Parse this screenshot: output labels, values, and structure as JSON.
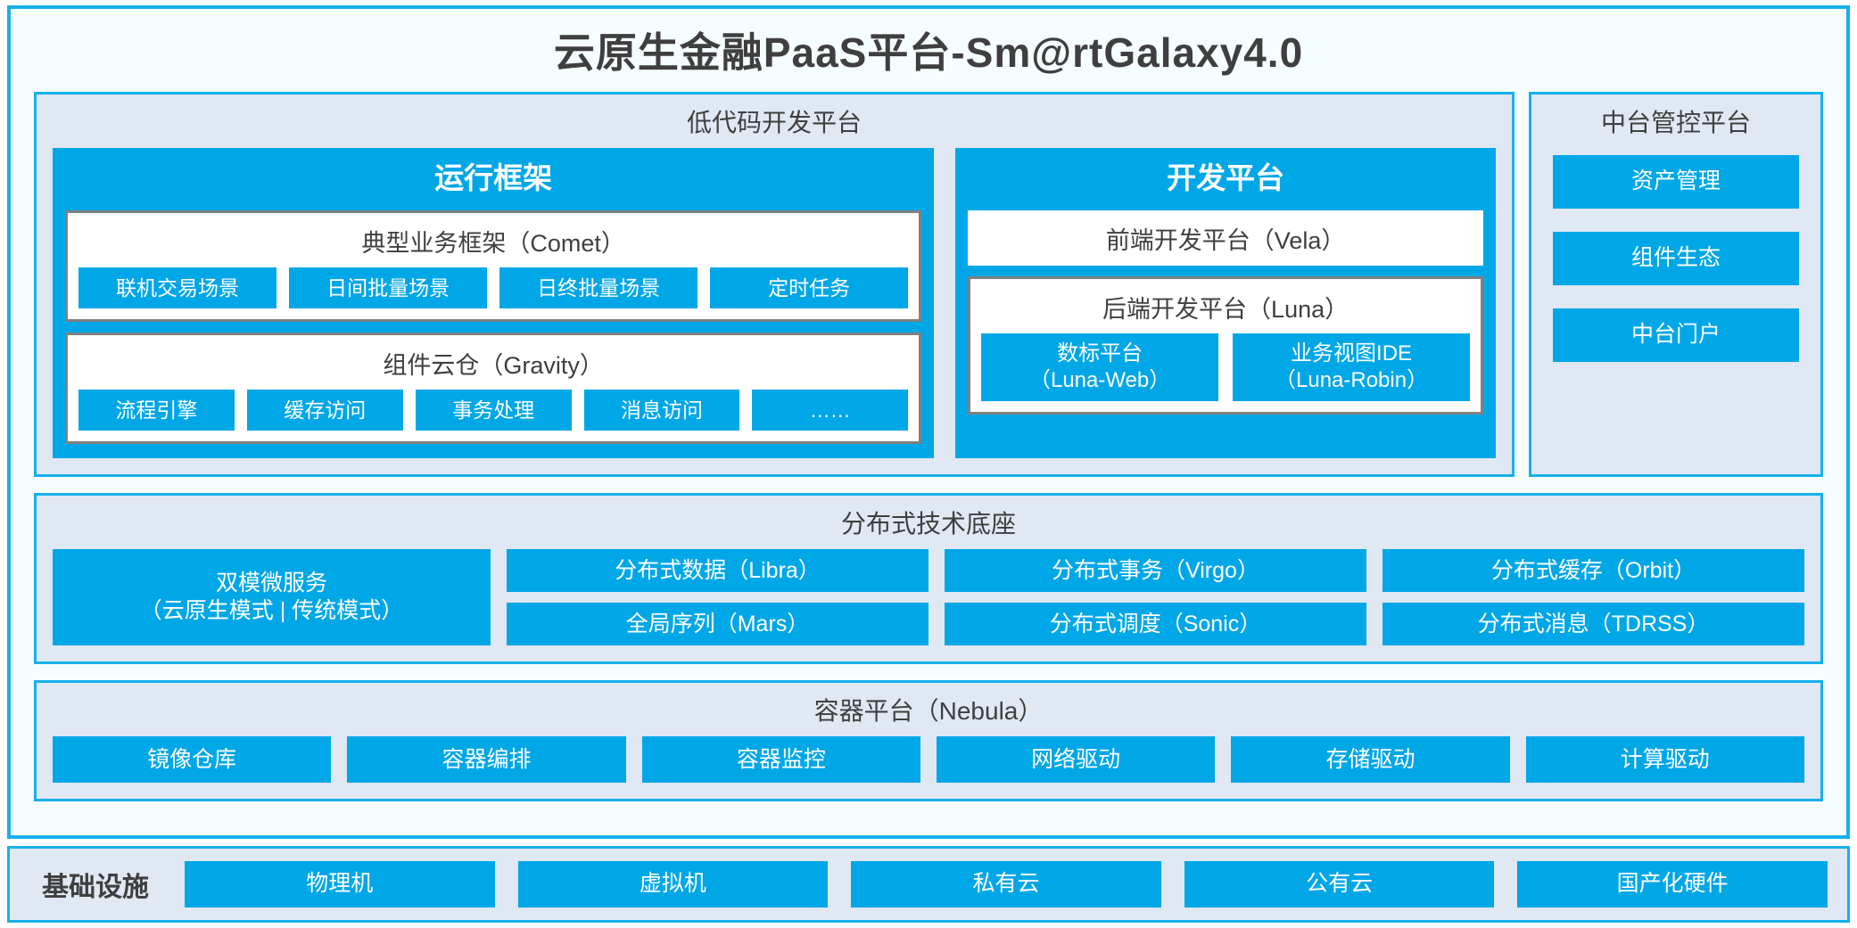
{
  "app": {
    "title": "云原生金融PaaS平台-Sm@rtGalaxy4.0"
  },
  "colors": {
    "accent_blue": "#00a7e7",
    "frame_blue": "#17b0ec",
    "panel_bg": "#dfe8f3",
    "page_bg": "#f6fdff",
    "box_border_gray": "#808080",
    "text_dark": "#3f3f3f",
    "text_on_blue": "#ffffff"
  },
  "lowcode": {
    "title": "低代码开发平台",
    "runtime": {
      "title": "运行框架",
      "comet": {
        "title": "典型业务框架（Comet）",
        "items": [
          "联机交易场景",
          "日间批量场景",
          "日终批量场景",
          "定时任务"
        ]
      },
      "gravity": {
        "title": "组件云仓（Gravity）",
        "items": [
          "流程引擎",
          "缓存访问",
          "事务处理",
          "消息访问",
          "……"
        ]
      }
    },
    "devplatform": {
      "title": "开发平台",
      "frontend": "前端开发平台（Vela）",
      "backend": {
        "title": "后端开发平台（Luna）",
        "items": [
          "数标平台\n（Luna-Web）",
          "业务视图IDE\n（Luna-Robin）"
        ]
      }
    }
  },
  "midoffice": {
    "title": "中台管控平台",
    "items": [
      "资产管理",
      "组件生态",
      "中台门户"
    ]
  },
  "distributed": {
    "title": "分布式技术底座",
    "wide_item": "双模微服务\n（云原生模式 | 传统模式）",
    "columns": [
      [
        "分布式数据（Libra）",
        "全局序列（Mars）"
      ],
      [
        "分布式事务（Virgo）",
        "分布式调度（Sonic）"
      ],
      [
        "分布式缓存（Orbit）",
        "分布式消息（TDRSS）"
      ]
    ]
  },
  "container": {
    "title": "容器平台（Nebula）",
    "items": [
      "镜像仓库",
      "容器编排",
      "容器监控",
      "网络驱动",
      "存储驱动",
      "计算驱动"
    ]
  },
  "infrastructure": {
    "label": "基础设施",
    "items": [
      "物理机",
      "虚拟机",
      "私有云",
      "公有云",
      "国产化硬件"
    ]
  }
}
